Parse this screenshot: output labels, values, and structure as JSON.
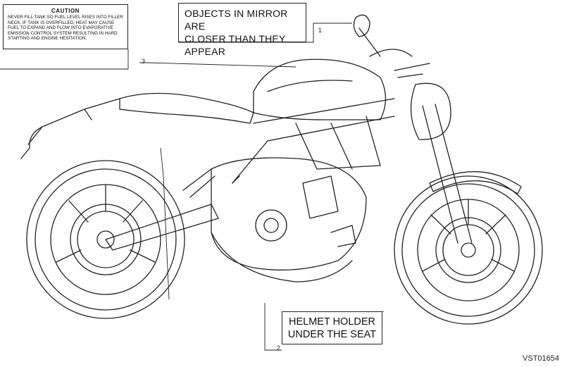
{
  "labels": {
    "caution": {
      "title": "CAUTION",
      "lines": [
        "NEVER FILL TANK SO FUEL LEVEL RISES INTO FILLER",
        "NECK. IF TANK IS OVERFILLED, HEAT MAY CAUSE",
        "FUEL TO EXPAND AND FLOW INTO EVAPORATIVE",
        "EMISSION CONTROL SYSTEM RESULTING IN HARD",
        "STARTING AND ENGINE HESITATION."
      ]
    },
    "mirror": {
      "lines": [
        "OBJECTS IN MIRROR ARE",
        "CLOSER THAN THEY APPEAR"
      ]
    },
    "helmet": {
      "lines": [
        "HELMET HOLDER",
        "UNDER THE SEAT"
      ]
    }
  },
  "callouts": [
    "1",
    "2",
    "3"
  ],
  "figure_code": "VST01654",
  "colors": {
    "line": "#222222",
    "background": "#ffffff"
  }
}
